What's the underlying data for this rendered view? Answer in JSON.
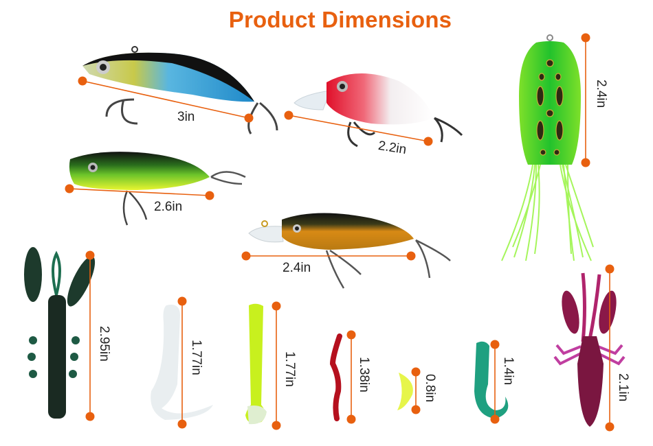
{
  "title": "Product Dimensions",
  "accent_color": "#e8600f",
  "lures": [
    {
      "name": "vib-lure-blue",
      "measurement": "3in",
      "orientation": "diagonal"
    },
    {
      "name": "crankbait-red-white",
      "measurement": "2.2in",
      "orientation": "diagonal"
    },
    {
      "name": "frog-lure-green",
      "measurement": "2.4in",
      "orientation": "vertical"
    },
    {
      "name": "popper-green",
      "measurement": "2.6in",
      "orientation": "horizontal"
    },
    {
      "name": "minnow-gold",
      "measurement": "2.4in",
      "orientation": "horizontal"
    },
    {
      "name": "craw-green",
      "measurement": "2.95in",
      "orientation": "vertical"
    },
    {
      "name": "grub-white",
      "measurement": "1.77in",
      "orientation": "vertical"
    },
    {
      "name": "paddle-tail-chartreuse",
      "measurement": "1.77in",
      "orientation": "vertical"
    },
    {
      "name": "worm-red",
      "measurement": "1.38in",
      "orientation": "vertical"
    },
    {
      "name": "maggot-yellow",
      "measurement": "0.8in",
      "orientation": "vertical"
    },
    {
      "name": "curly-tail-teal",
      "measurement": "1.4in",
      "orientation": "vertical"
    },
    {
      "name": "craw-purple",
      "measurement": "2.1in",
      "orientation": "vertical"
    }
  ]
}
